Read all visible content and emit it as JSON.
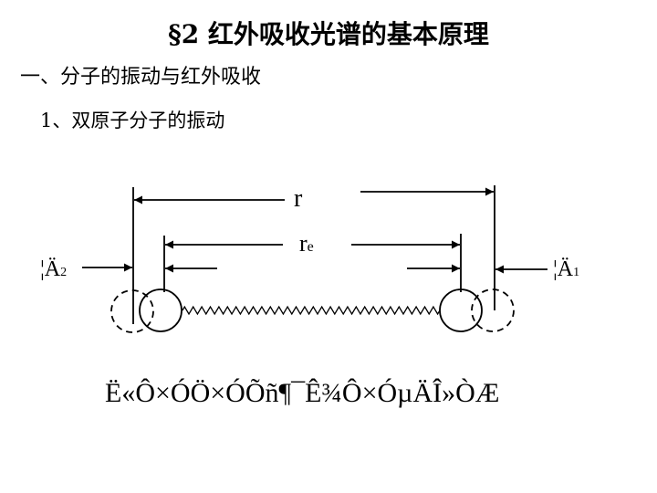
{
  "slide": {
    "title": "§2 红外吸收光谱的基本原理",
    "section": "一、分子的振动与红外吸收",
    "subsection": "1、双原子分子的振动"
  },
  "diagram": {
    "label_r": "r",
    "label_re_main": "r",
    "label_re_sub": "e",
    "label_left_main": "¦Ä",
    "label_left_sub": "2",
    "label_right_main": "¦Ä",
    "label_right_sub": "1",
    "caption": "Ë«Ô­×ÓÖ×ÓÕñ¶¯Ê¾Ô­×ÓµÄÎ»ÒÆ",
    "color": "#000000"
  }
}
